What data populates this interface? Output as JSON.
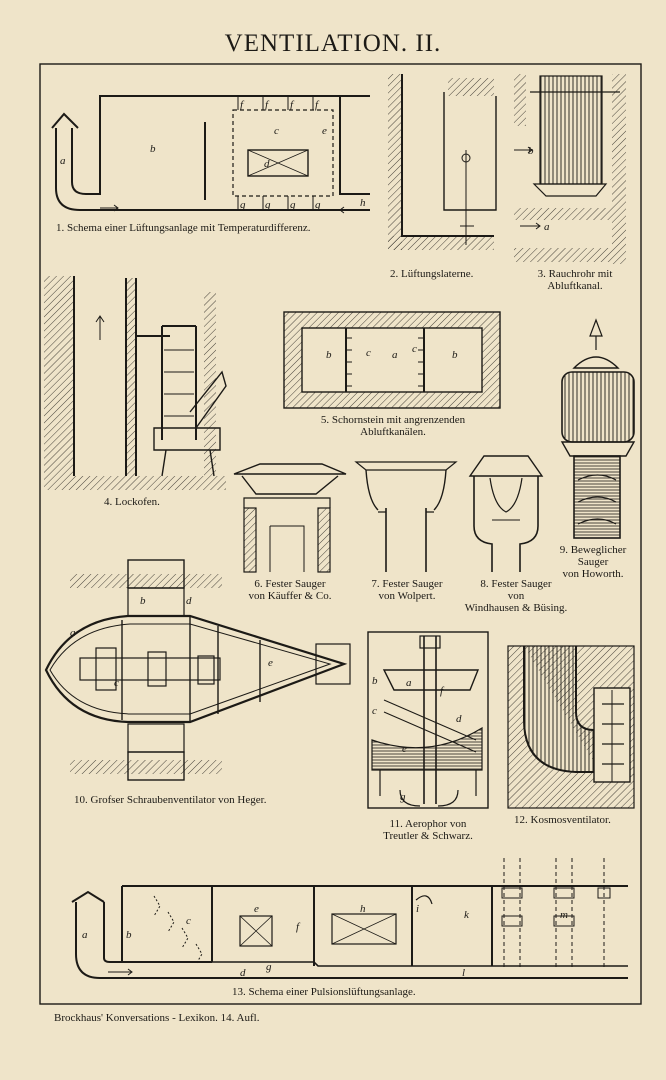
{
  "title": "VENTILATION. II.",
  "figures": [
    {
      "id": 1,
      "caption": "1. Schema einer Lüftungsanlage mit Temperaturdifferenz.",
      "labels": [
        "a",
        "b",
        "c",
        "d",
        "e",
        "f",
        "f",
        "f",
        "f",
        "g",
        "g",
        "g",
        "g",
        "h"
      ]
    },
    {
      "id": 2,
      "caption": "2. Lüftungslaterne."
    },
    {
      "id": 3,
      "caption_lines": [
        "3. Rauchrohr mit",
        "Abluftkanal."
      ],
      "labels": [
        "b",
        "a"
      ]
    },
    {
      "id": 4,
      "caption": "4. Lockofen."
    },
    {
      "id": 5,
      "caption_lines": [
        "5. Schornstein mit angrenzenden",
        "Abluftkanälen."
      ],
      "labels": [
        "b",
        "c",
        "a",
        "c",
        "b"
      ]
    },
    {
      "id": 6,
      "caption_lines": [
        "6. Fester Sauger",
        "von Käuffer & Co."
      ]
    },
    {
      "id": 7,
      "caption_lines": [
        "7. Fester Sauger",
        "von Wolpert."
      ]
    },
    {
      "id": 8,
      "caption_lines": [
        "8. Fester Sauger",
        "von",
        "Windhausen & Büsing."
      ]
    },
    {
      "id": 9,
      "caption_lines": [
        "9. Beweglicher",
        "Sauger",
        "von Howorth."
      ]
    },
    {
      "id": 10,
      "caption": "10. Grofser Schraubenventilator von Heger.",
      "labels": [
        "a",
        "b",
        "c",
        "d",
        "e"
      ]
    },
    {
      "id": 11,
      "caption_lines": [
        "11. Aerophor von",
        "Treutler & Schwarz."
      ],
      "labels": [
        "a",
        "b",
        "c",
        "d",
        "e",
        "f",
        "g"
      ]
    },
    {
      "id": 12,
      "caption": "12. Kosmosventilator."
    },
    {
      "id": 13,
      "caption": "13. Schema einer Pulsionslüftungsanlage.",
      "labels": [
        "a",
        "b",
        "c",
        "d",
        "e",
        "f",
        "g",
        "h",
        "i",
        "k",
        "l",
        "m"
      ]
    }
  ],
  "footer": "Brockhaus' Konversations - Lexikon.  14. Aufl."
}
